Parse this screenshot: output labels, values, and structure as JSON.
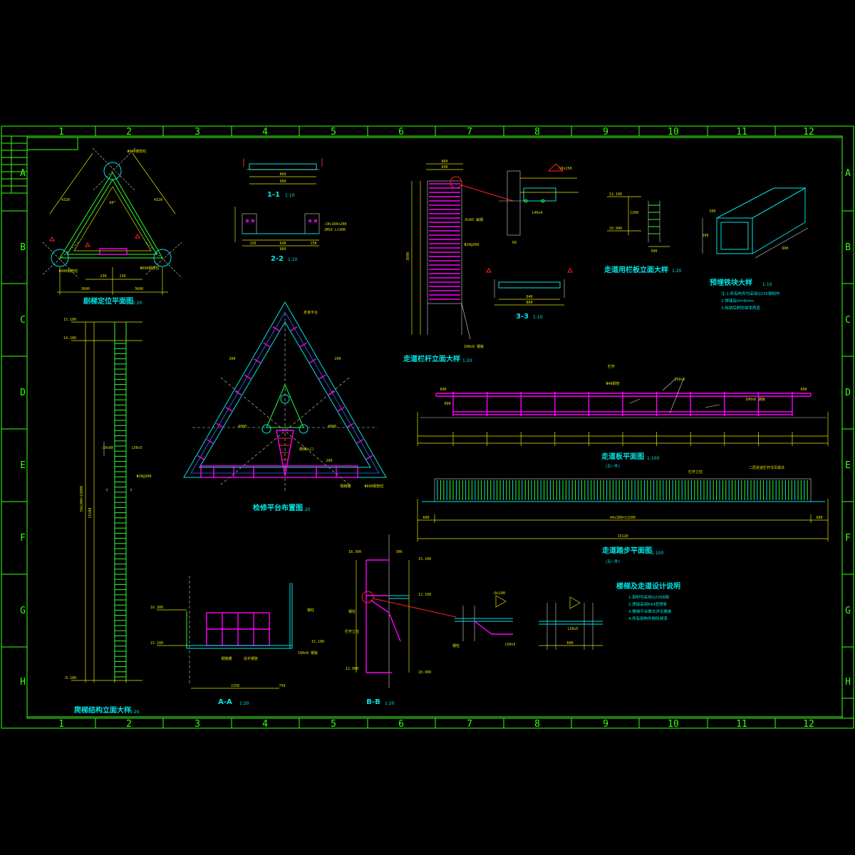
{
  "frame": {
    "column_labels": [
      "1",
      "2",
      "3",
      "4",
      "5",
      "6",
      "7",
      "8",
      "9",
      "10",
      "11",
      "12"
    ],
    "row_labels": [
      "A",
      "B",
      "C",
      "D",
      "E",
      "F",
      "G",
      "H"
    ]
  },
  "titles": {
    "plan_position": "剧梯定位平面图",
    "plan_position_scale": "1:20",
    "section_11": "1-1",
    "section_11_scale": "1:10",
    "section_22": "2-2",
    "section_22_scale": "1:10",
    "section_33": "3-3",
    "section_33_scale": "1:10",
    "walkway_elev": "走道栏杆立面大样",
    "walkway_elev_scale": "1:20",
    "column_elev": "走道用栏板立面大样",
    "column_elev_scale": "1:20",
    "block_detail": "预埋铁块大样",
    "block_detail_scale": "1:10",
    "platform_plan": "检修平台布置图",
    "platform_plan_scale": "1:20",
    "walk_plan": "走道板平面图",
    "walk_plan_scale": "1:100",
    "walk_plan2": "走道踏步平面图",
    "walk_plan2_scale": "1:100",
    "ladder_elev": "爬梯结构立面大样",
    "ladder_elev_scale": "1:20",
    "section_aa": "A-A",
    "section_aa_scale": "1:20",
    "section_bb": "B-B",
    "section_bb_scale": "1:20"
  },
  "notes": {
    "walk_plan_sub": "(见~件)",
    "walk_plan2_sub": "(见~件)",
    "block_notes": [
      "注:1.所有构件均采用Q235钢制作",
      "2.焊缝高hf=6mm",
      "3.除锈后刷防锈漆两道"
    ],
    "design_title": "楼梯及走道设计说明",
    "design_lines": [
      "1.钢材均采用Q235B钢",
      "2.焊接采用E43型焊条",
      "3.楼梯平台做法详见建施",
      "4.所有钢构件刷防锈漆"
    ]
  },
  "colors": {
    "frame": "#39ff14",
    "title": "#00e5e5",
    "dimension": "#e6e600",
    "steel": "#ff00ff",
    "section_cut": "#ff2020"
  }
}
